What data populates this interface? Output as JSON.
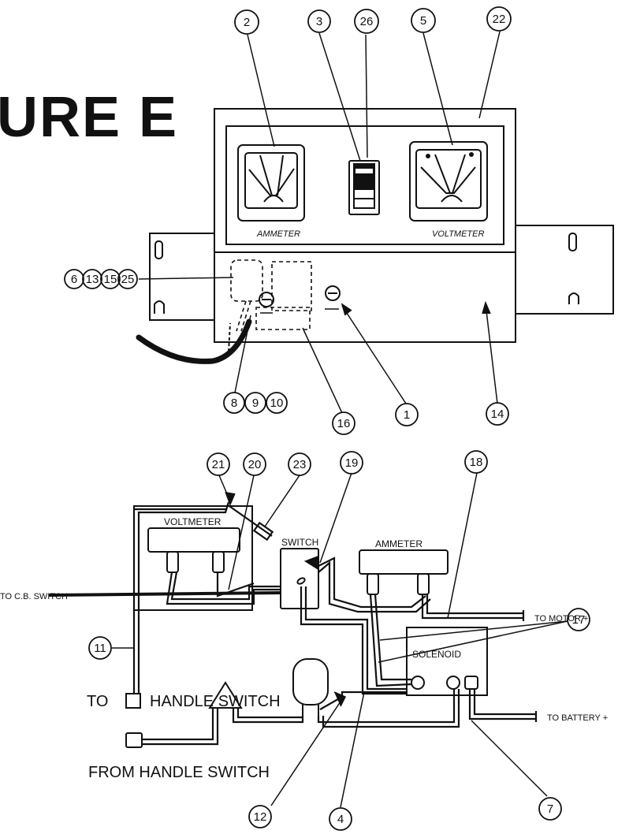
{
  "figure_title": "URE E",
  "panel_labels": {
    "ammeter": "AMMETER",
    "voltmeter": "VOLTMETER"
  },
  "wiring_labels": {
    "voltmeter": "VOLTMETER",
    "switch": "SWITCH",
    "ammeter": "AMMETER",
    "solenoid": "SOLENOID",
    "to_cb_switch": "TO C.B. SWITCH",
    "to_motor": "TO MOTOR +",
    "to_handle_switch": "TO",
    "handle_switch": "HANDLE SWITCH",
    "to_battery": "TO BATTERY +",
    "from_handle_switch": "FROM HANDLE SWITCH"
  },
  "callouts": {
    "c2": "2",
    "c3": "3",
    "c26": "26",
    "c5": "5",
    "c22": "22",
    "c6": "6",
    "c13": "13",
    "c15": "15",
    "c25": "25",
    "c8": "8",
    "c9": "9",
    "c10": "10",
    "c16": "16",
    "c1": "1",
    "c14": "14",
    "c21": "21",
    "c20": "20",
    "c23": "23",
    "c19": "19",
    "c18": "18",
    "c17": "17",
    "c11": "11",
    "c12": "12",
    "c4": "4",
    "c7": "7"
  }
}
